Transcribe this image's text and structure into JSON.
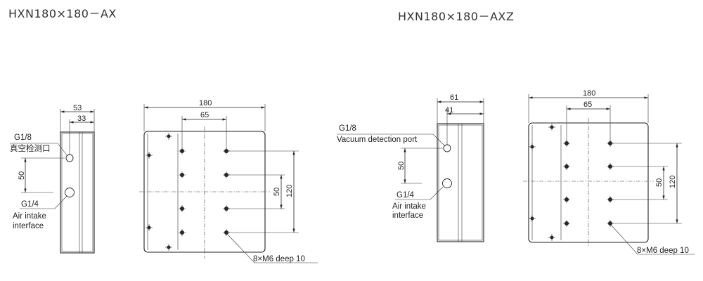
{
  "left_model": {
    "title": "HXN180×180－AX",
    "dims": {
      "total_depth": "53",
      "port_depth": "33",
      "port_spacing": "50",
      "width": "180",
      "hole_pitch": "65",
      "hole_vertical": "50",
      "height": "120"
    },
    "ports": [
      {
        "thread": "G1/8",
        "label": "真空检测口"
      },
      {
        "thread": "G1/4",
        "label_lines": [
          "Air intake",
          "interface"
        ]
      }
    ],
    "callout": "8×M6  deep 10"
  },
  "right_model": {
    "title": "HXN180×180－AXZ",
    "dims": {
      "total_depth": "61",
      "port_depth": "41",
      "port_spacing": "50",
      "width": "180",
      "hole_pitch": "65",
      "hole_vertical": "50",
      "height": "120"
    },
    "ports": [
      {
        "thread": "G1/8",
        "label": "Vacuum detection port"
      },
      {
        "thread": "G1/4",
        "label_lines": [
          "Air intake",
          "interface"
        ]
      }
    ],
    "callout": "8×M6 deep 10"
  }
}
